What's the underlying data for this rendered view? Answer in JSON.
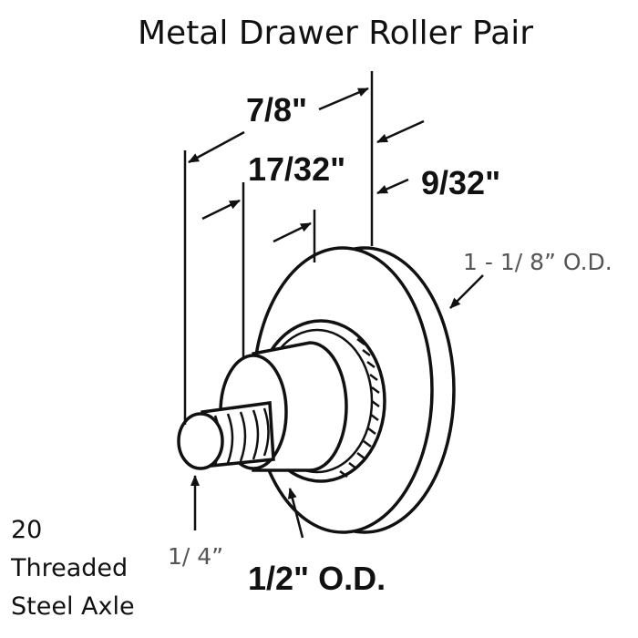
{
  "title": "Metal Drawer Roller Pair",
  "dimensions": {
    "overall_length": "7/8\"",
    "shoulder_length": "17/32\"",
    "wheel_width": "9/32\"",
    "wheel_od": "1 - 1/ 8” O.D.",
    "hub_od": "1/2\" O.D.",
    "axle_dia": "1/ 4”"
  },
  "axle_label": {
    "line1": "20",
    "line2": "Threaded",
    "line3": "Steel Axle"
  }
}
